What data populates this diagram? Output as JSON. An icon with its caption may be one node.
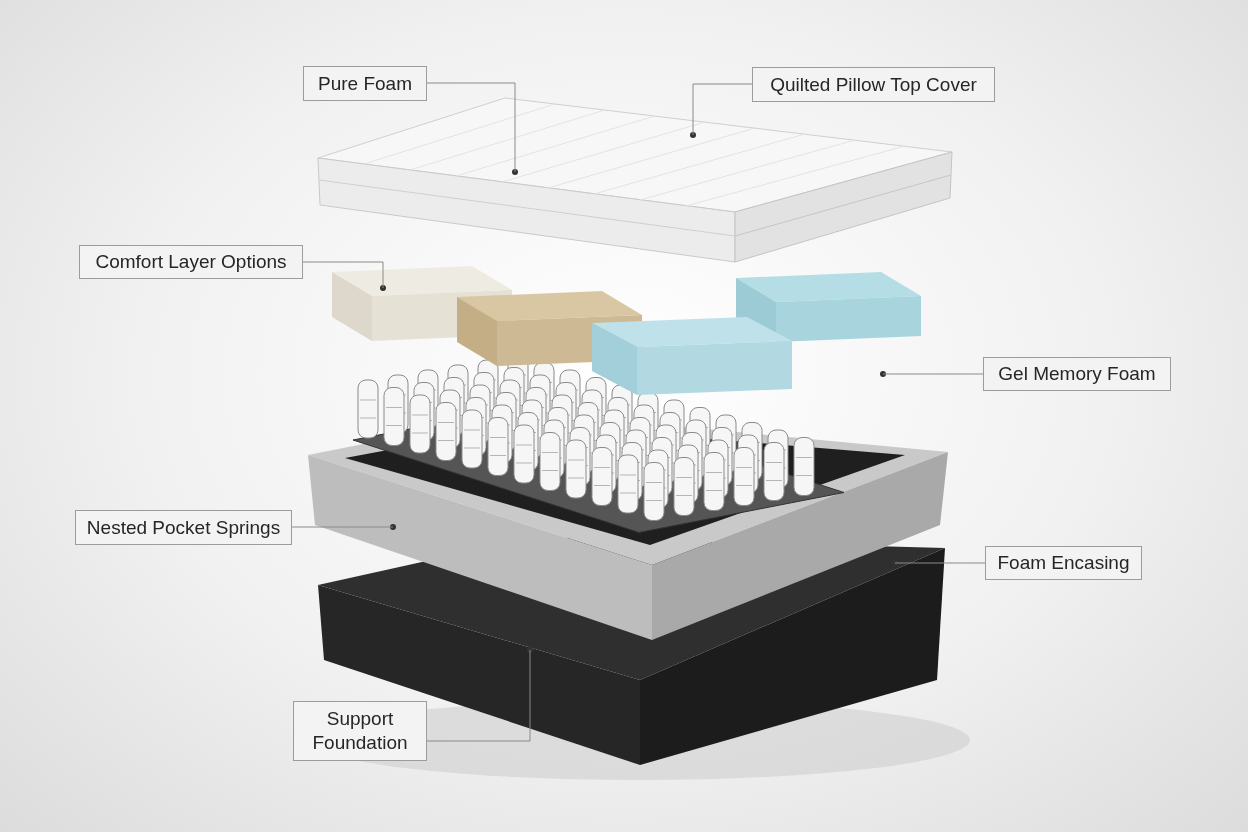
{
  "diagram": {
    "nodes": [
      {
        "text": [
          "Pure Foam"
        ]
      },
      {
        "text": [
          "Quilted Pillow Top Cover"
        ]
      },
      {
        "text": [
          "Comfort Layer Options"
        ]
      },
      {
        "text": [
          "Gel Memory Foam"
        ]
      },
      {
        "text": [
          "Nested Pocket Springs"
        ]
      },
      {
        "text": [
          "Foam Encasing"
        ]
      },
      {
        "text": [
          "Support Foundation"
        ]
      }
    ],
    "edges": [
      {
        "from": 0,
        "to": null,
        "arrow": "none"
      },
      {
        "from": 1,
        "to": null,
        "arrow": "none"
      },
      {
        "from": 2,
        "to": null,
        "arrow": "none"
      },
      {
        "from": 3,
        "to": null,
        "arrow": "none"
      },
      {
        "from": 4,
        "to": null,
        "arrow": "none"
      },
      {
        "from": 5,
        "to": null,
        "arrow": "none"
      },
      {
        "from": 6,
        "to": null,
        "arrow": "none"
      }
    ]
  }
}
